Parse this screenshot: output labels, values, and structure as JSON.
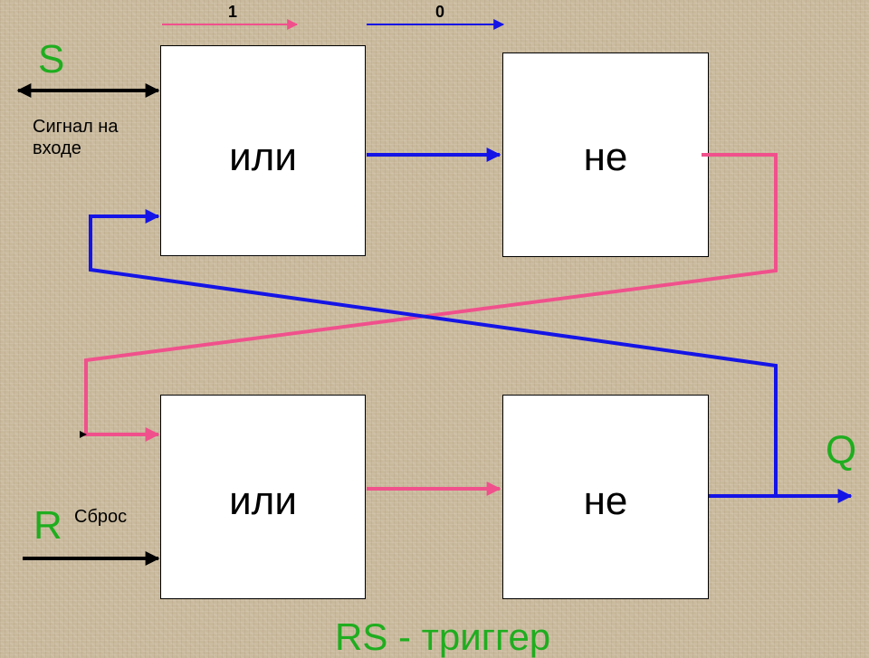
{
  "colors": {
    "one_signal": "#f0508c",
    "zero_signal": "#1414e6",
    "label_green": "#1fad1f",
    "wire_black": "#000000"
  },
  "legend": {
    "one_label": "1",
    "zero_label": "0"
  },
  "inputs": {
    "set_letter": "S",
    "set_caption": "Сигнал на входе",
    "reset_letter": "R",
    "reset_caption": "Сброс"
  },
  "output": {
    "letter": "Q"
  },
  "gates": {
    "top_or": "или",
    "top_not": "не",
    "bottom_or": "или",
    "bottom_not": "не"
  },
  "title": "RS - триггер"
}
